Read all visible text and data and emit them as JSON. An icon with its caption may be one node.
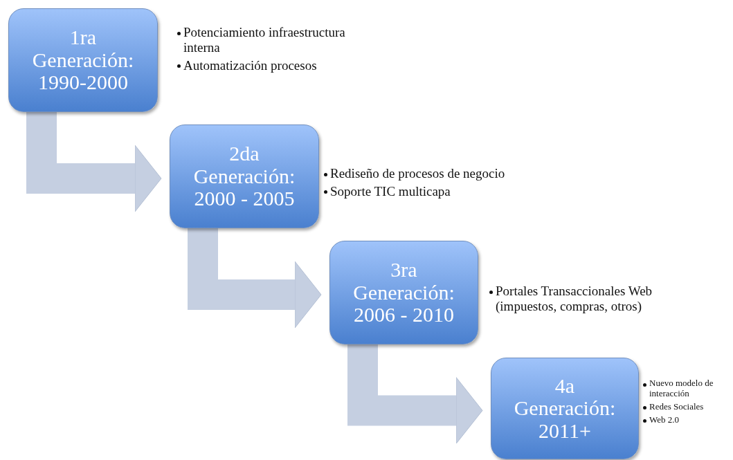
{
  "diagram": {
    "nodes": [
      {
        "text": [
          "1ra Generación: 1990-2000"
        ],
        "beside": [
          "Potenciamiento infraestructura interna",
          "Automatización procesos"
        ]
      },
      {
        "text": [
          "2da Generación: 2000 - 2005"
        ],
        "beside": [
          "Rediseño de procesos de negocio",
          "Soporte TIC multicapa"
        ]
      },
      {
        "text": [
          "3ra Generación: 2006 - 2010"
        ],
        "beside": [
          "Portales Transaccionales Web (impuestos, compras, otros)"
        ]
      },
      {
        "text": [
          "4a Generación: 2011+"
        ],
        "beside": [
          "Nuevo modelo de interacción",
          "Redes Sociales",
          "Web 2.0"
        ]
      }
    ],
    "edges": [
      {
        "from": 0,
        "to": 1,
        "arrow": "to"
      },
      {
        "from": 1,
        "to": 2,
        "arrow": "to"
      },
      {
        "from": 2,
        "to": 3,
        "arrow": "to"
      }
    ]
  }
}
